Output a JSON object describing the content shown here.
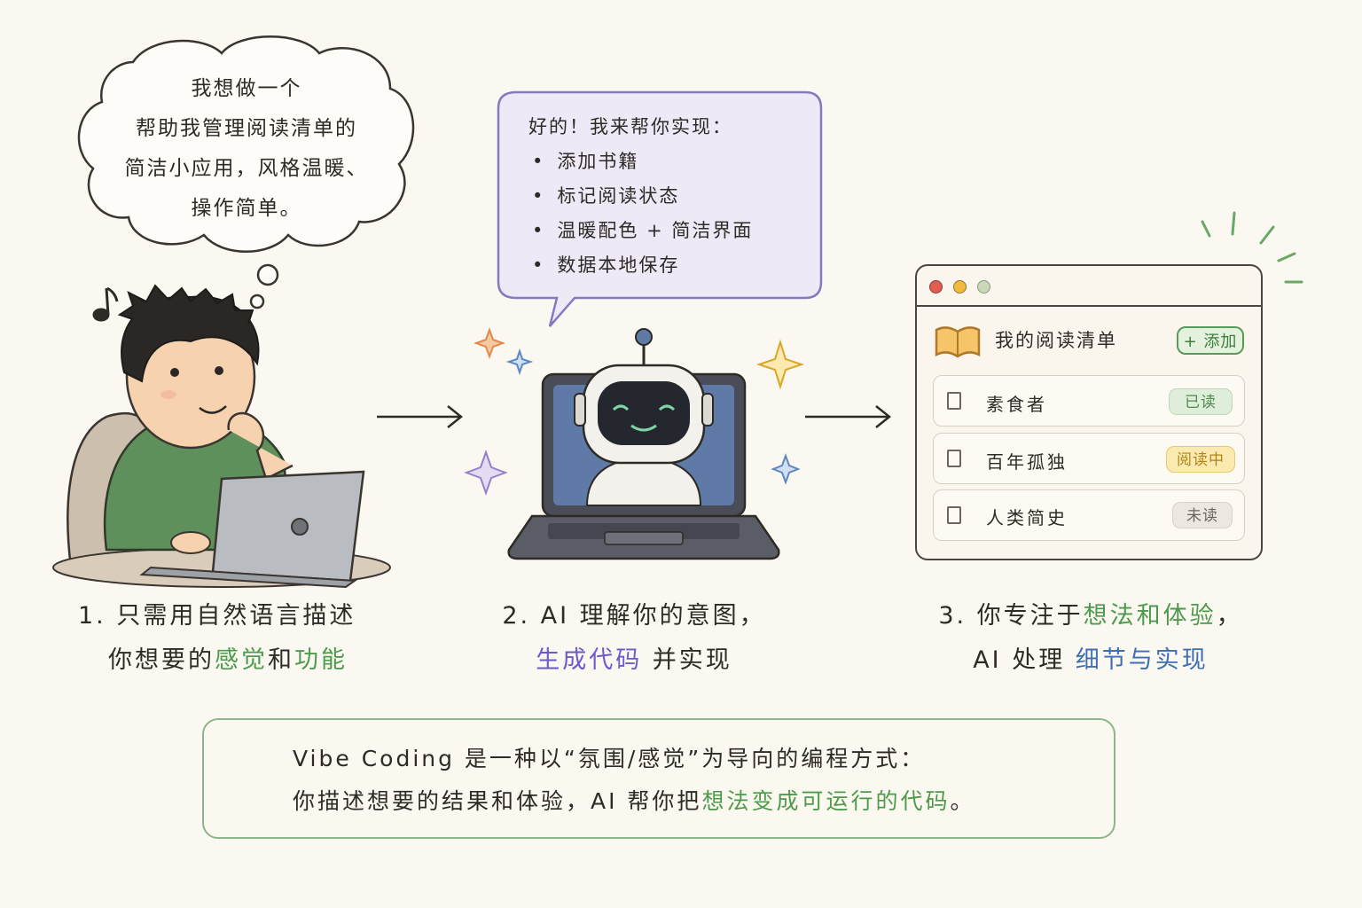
{
  "thought_bubble": {
    "lines": [
      "我想做一个",
      "帮助我管理阅读清单的",
      "简洁小应用，风格温暖、",
      "操作简单。"
    ]
  },
  "speech_bubble": {
    "intro": "好的！我来帮你实现：",
    "items": [
      "添加书籍",
      "标记阅读状态",
      "温暖配色 + 简洁界面",
      "数据本地保存"
    ]
  },
  "steps": [
    {
      "line1": "1. 只需用自然语言描述",
      "line2_plain1": "你想要的",
      "line2_hl1": "感觉",
      "line2_plain2": "和",
      "line2_hl2": "功能"
    },
    {
      "line1": "2. AI 理解你的意图，",
      "line2_hl": "生成代码",
      "line2_plain": " 并实现"
    },
    {
      "line1_plain": "3. 你专注于",
      "line1_hl": "想法和体验",
      "line1_end": "，",
      "line2_plain": "AI 处理 ",
      "line2_hl": "细节与实现"
    }
  ],
  "app": {
    "title": "我的阅读清单",
    "add_label": "+ 添加",
    "books": [
      {
        "title": "素食者",
        "status": "已读"
      },
      {
        "title": "百年孤独",
        "status": "阅读中"
      },
      {
        "title": "人类简史",
        "status": "未读"
      }
    ]
  },
  "note": {
    "line1": "Vibe Coding 是一种以“氛围/感觉”为导向的编程方式：",
    "line2_plain": "你描述想要的结果和体验，AI 帮你把",
    "line2_hl": "想法变成可运行的代码",
    "line2_end": "。"
  },
  "colors": {
    "accent_green": "#4e9a4c",
    "accent_purple": "#6a5acd",
    "accent_blue": "#3f6fb0",
    "hoodie_green": "#5f8f5a",
    "bubble_purple": "#efe9f7"
  }
}
